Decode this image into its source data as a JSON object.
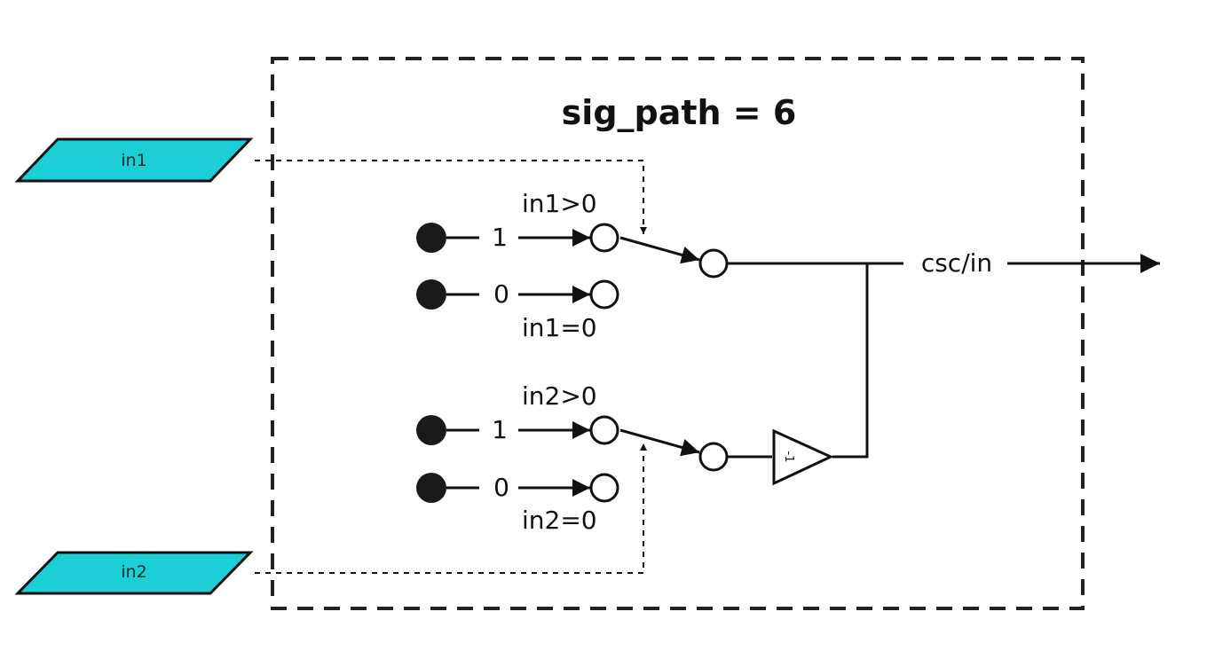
{
  "diagram": {
    "title": "sig_path = 6",
    "inputs": [
      {
        "label": "in1"
      },
      {
        "label": "in2"
      }
    ],
    "switch_top": {
      "const_high": "1",
      "const_low": "0",
      "cond_high": "in1>0",
      "cond_low": "in1=0"
    },
    "switch_bottom": {
      "const_high": "1",
      "const_low": "0",
      "cond_high": "in2>0",
      "cond_low": "in2=0"
    },
    "gain": "-1",
    "output": "csc/in",
    "colors": {
      "input_fill": "#1ccfd6",
      "line": "#111111"
    }
  }
}
